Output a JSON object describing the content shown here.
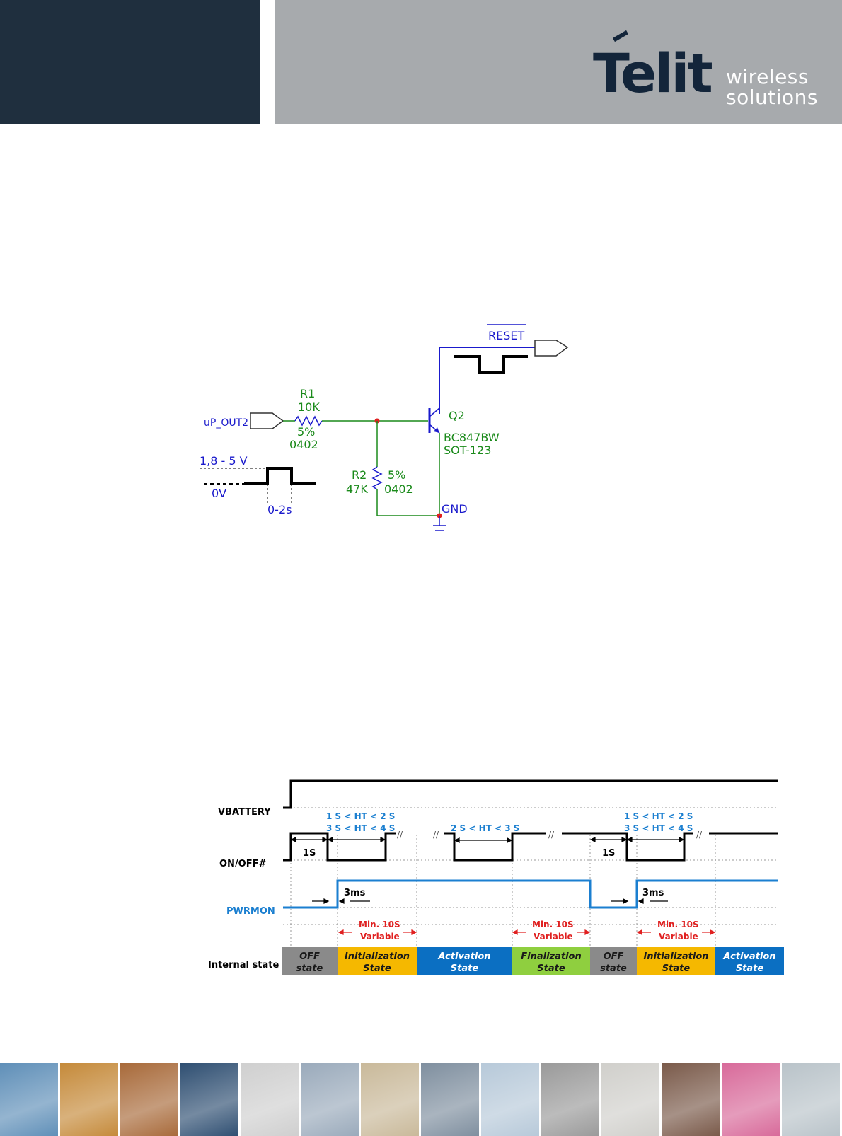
{
  "header": {
    "logo_word": "Telit",
    "logo_tag_line1": "wireless",
    "logo_tag_line2": "solutions",
    "dark_color": "#1f2f3e",
    "grey_color": "#a7aaad"
  },
  "schematic": {
    "input_port": "uP_OUT2",
    "r1": {
      "ref": "R1",
      "value": "10K",
      "tolerance": "5%",
      "package": "0402"
    },
    "r2": {
      "ref": "R2",
      "value": "47K",
      "tolerance": "5%",
      "package": "0402"
    },
    "q2": {
      "ref": "Q2",
      "part": "BC847BW",
      "package": "SOT-123"
    },
    "output_port": "RESET",
    "ground": "GND",
    "pulse_high": "1,8 - 5 V",
    "pulse_low": "0V",
    "pulse_width": "0-2s",
    "colors": {
      "wire": "#1a8a1a",
      "net": "#1a1acc",
      "node": "#e02020"
    }
  },
  "timing": {
    "signals": [
      "VBATTERY",
      "ON/OFF#",
      "PWRMON",
      "Internal state"
    ],
    "hold_first": [
      "1 S < HT < 2 S",
      "3 S < HT < 4 S"
    ],
    "hold_second": "2 S < HT < 3 S",
    "hold_third": [
      "1 S < HT < 2 S",
      "3 S < HT < 4 S"
    ],
    "delay_1s": "1S",
    "delay_3ms": "3ms",
    "break_mark": "//",
    "min_variable": [
      "Min. 10S",
      "Variable"
    ],
    "states": [
      {
        "line1": "OFF",
        "line2": "state",
        "color": "#8a8a8a"
      },
      {
        "line1": "Initialization",
        "line2": "State",
        "color": "#f5b800"
      },
      {
        "line1": "Activation",
        "line2": "State",
        "color": "#0b6fc2"
      },
      {
        "line1": "Finalization",
        "line2": "State",
        "color": "#8fcf3f"
      },
      {
        "line1": "OFF",
        "line2": "state",
        "color": "#8a8a8a"
      },
      {
        "line1": "Initialization",
        "line2": "State",
        "color": "#f5b800"
      },
      {
        "line1": "Activation",
        "line2": "State",
        "color": "#0b6fc2"
      }
    ],
    "colors": {
      "pwrmon": "#1b7fd0",
      "label_blue": "#1b7fd0",
      "min_red": "#e02020"
    }
  },
  "footer": {
    "tile_colors": [
      "#5f8fb8",
      "#c58a3a",
      "#a86a3a",
      "#2f4f72",
      "#cfcfcf",
      "#9aaabb",
      "#c9b99a",
      "#7f8f9f",
      "#b7c9d9",
      "#9a9a9a",
      "#d0cfcb",
      "#7a5a4a",
      "#d86a9a",
      "#b9c3c9"
    ]
  }
}
